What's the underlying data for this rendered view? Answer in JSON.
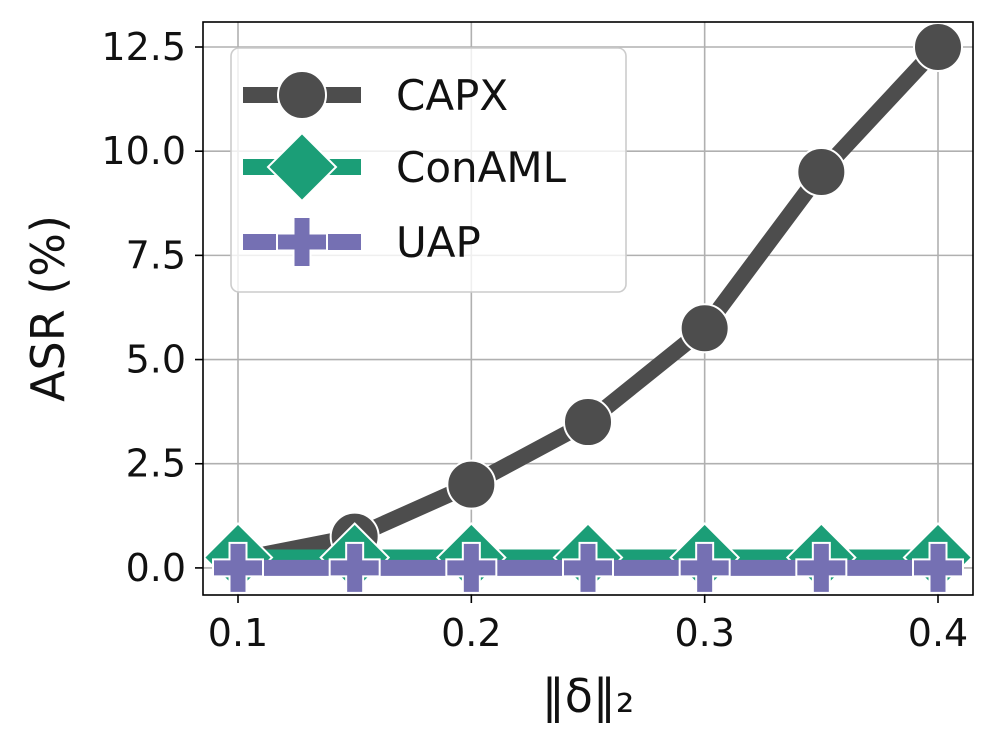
{
  "chart_data": {
    "type": "line",
    "xlabel": "‖δ‖₂",
    "ylabel": "ASR (%)",
    "xlim": [
      0.085,
      0.415
    ],
    "ylim": [
      -0.65,
      13.1
    ],
    "xticks": [
      0.1,
      0.2,
      0.3,
      0.4
    ],
    "xtick_labels": [
      "0.1",
      "0.2",
      "0.3",
      "0.4"
    ],
    "yticks": [
      0.0,
      2.5,
      5.0,
      7.5,
      10.0,
      12.5
    ],
    "ytick_labels": [
      "0.0",
      "2.5",
      "5.0",
      "7.5",
      "10.0",
      "12.5"
    ],
    "grid": true,
    "legend_position": "top-left",
    "x": [
      0.1,
      0.15,
      0.2,
      0.25,
      0.3,
      0.35,
      0.4
    ],
    "series": [
      {
        "name": "CAPX",
        "values": [
          0.2,
          0.75,
          2.0,
          3.5,
          5.75,
          9.5,
          12.5
        ],
        "color": "#4d4d4d",
        "marker": "circle"
      },
      {
        "name": "ConAML",
        "values": [
          0.25,
          0.25,
          0.25,
          0.25,
          0.25,
          0.25,
          0.25
        ],
        "color": "#1b9e77",
        "marker": "diamond"
      },
      {
        "name": "UAP",
        "values": [
          0.0,
          0.0,
          0.0,
          0.0,
          0.0,
          0.0,
          0.0
        ],
        "color": "#7570b3",
        "marker": "plus"
      }
    ]
  }
}
